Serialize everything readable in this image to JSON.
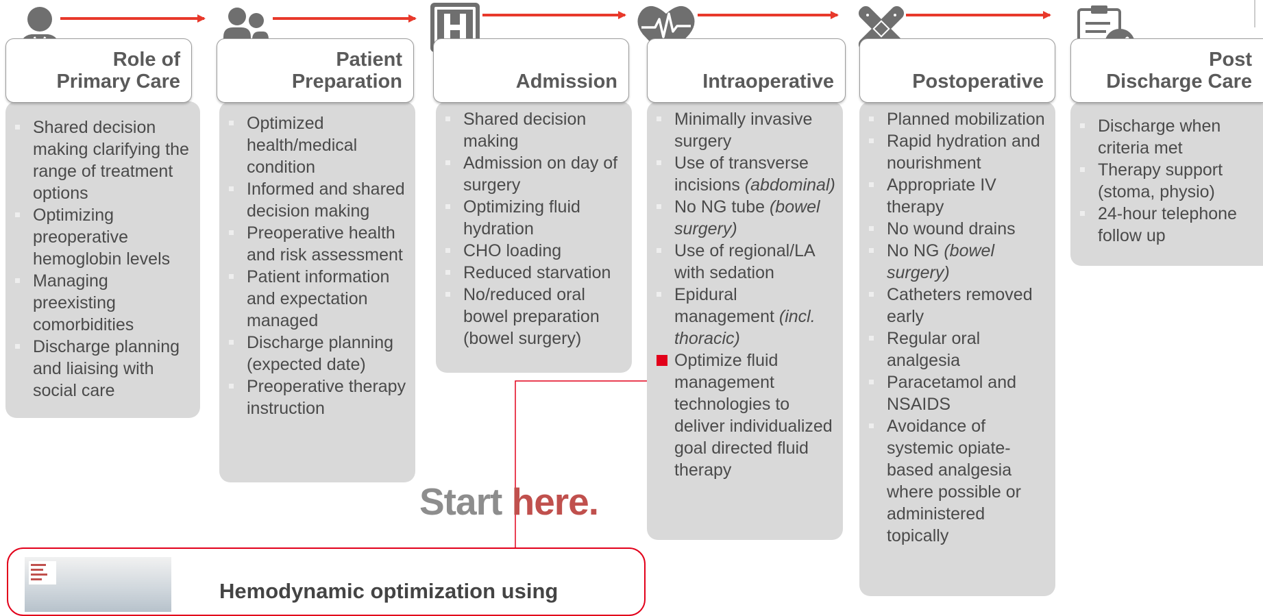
{
  "stages": [
    {
      "id": "primary-care",
      "icon": "doctor-icon",
      "title_lines": [
        "Role of",
        "Primary Care"
      ],
      "items": [
        {
          "text": "Shared decision making clarifying the range of treatment options"
        },
        {
          "text": "Optimizing preoperative hemoglobin levels"
        },
        {
          "text": "Managing preexisting comorbidities"
        },
        {
          "text": "Discharge planning and liaising with social care"
        }
      ]
    },
    {
      "id": "patient-preparation",
      "icon": "patients-icon",
      "title_lines": [
        "Patient",
        "Preparation"
      ],
      "items": [
        {
          "text": "Optimized health/medical condition"
        },
        {
          "text": "Informed and shared decision making"
        },
        {
          "text": "Preoperative health and risk assessment"
        },
        {
          "text": "Patient information and expectation managed"
        },
        {
          "text": "Discharge planning (expected date)"
        },
        {
          "text": "Preoperative therapy instruction"
        }
      ]
    },
    {
      "id": "admission",
      "icon": "hospital-icon",
      "title_lines": [
        "Admission"
      ],
      "items": [
        {
          "text": "Shared decision making"
        },
        {
          "text": "Admission on day of surgery"
        },
        {
          "text": "Optimizing fluid hydration"
        },
        {
          "text": "CHO loading"
        },
        {
          "text": "Reduced starvation"
        },
        {
          "text": "No/reduced oral bowel preparation (bowel surgery)"
        }
      ]
    },
    {
      "id": "intraoperative",
      "icon": "heartbeat-icon",
      "title_lines": [
        "Intraoperative"
      ],
      "items": [
        {
          "text": "Minimally invasive surgery"
        },
        {
          "text": "Use of transverse incisions",
          "note": "(abdominal)"
        },
        {
          "text": "No NG tube",
          "note": "(bowel surgery)"
        },
        {
          "text": "Use of regional/LA with sedation"
        },
        {
          "text": "Epidural management",
          "note": "(incl. thoracic)"
        },
        {
          "text": "Optimize fluid management technologies to deliver individualized goal directed fluid therapy",
          "highlight": true
        }
      ]
    },
    {
      "id": "postoperative",
      "icon": "bandage-icon",
      "title_lines": [
        "Postoperative"
      ],
      "items": [
        {
          "text": "Planned mobilization"
        },
        {
          "text": "Rapid hydration and nourishment"
        },
        {
          "text": "Appropriate IV therapy"
        },
        {
          "text": "No wound drains"
        },
        {
          "text": "No NG",
          "note": "(bowel surgery)"
        },
        {
          "text": "Catheters removed early"
        },
        {
          "text": "Regular oral analgesia"
        },
        {
          "text": "Paracetamol and NSAIDS"
        },
        {
          "text": "Avoidance of systemic opiate-based analgesia where possible or administered topically"
        }
      ]
    },
    {
      "id": "post-discharge",
      "icon": "clipboard-check-icon",
      "title_lines": [
        "Post",
        "Discharge Care"
      ],
      "items": [
        {
          "text": "Discharge when criteria met"
        },
        {
          "text": "Therapy support (stoma, physio)"
        },
        {
          "text": "24-hour telephone follow up"
        }
      ]
    }
  ],
  "start_here": {
    "word1": "Start",
    "word2": "here."
  },
  "callout": {
    "title": "Hemodynamic optimization using"
  },
  "colors": {
    "arrow": "#e8392b",
    "icon": "#6f6f6f",
    "box_fill": "#d9d9d9",
    "highlight": "#e2001a"
  }
}
